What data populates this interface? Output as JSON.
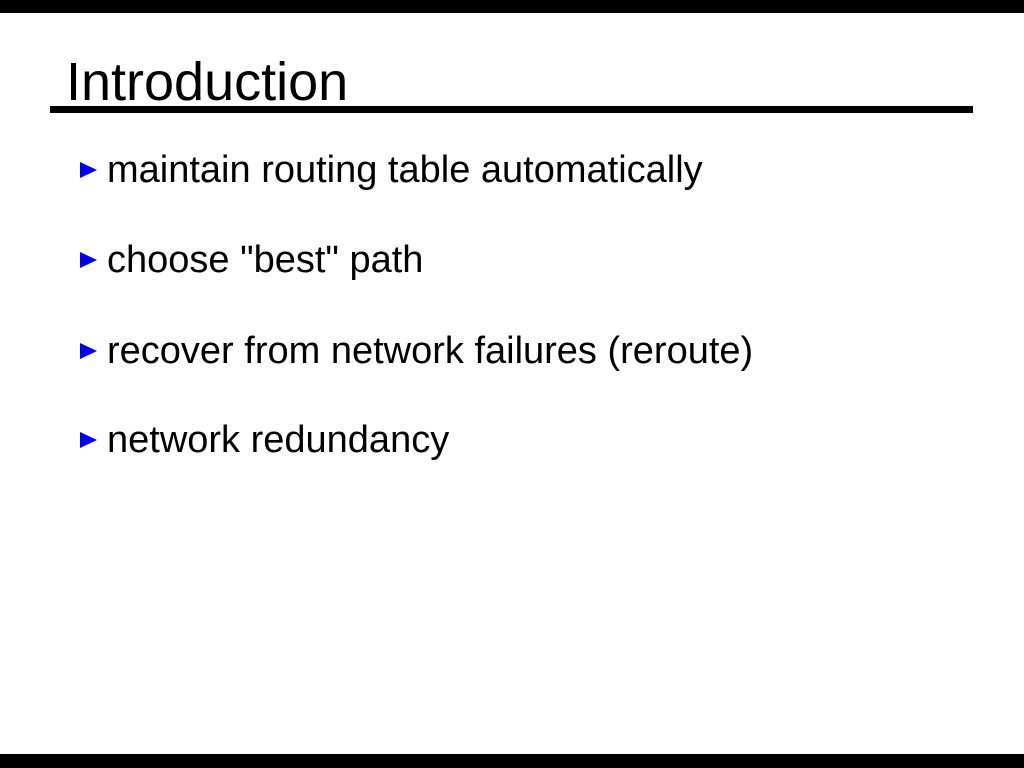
{
  "slide": {
    "title": "Introduction",
    "bullets": [
      "maintain routing table automatically",
      "choose \"best\" path",
      "recover from network failures (reroute)",
      "network redundancy"
    ],
    "colors": {
      "background": "#ffffff",
      "text": "#000000",
      "title_rule": "#000000",
      "bullet_marker_blue": "#0000f0",
      "letterbox_bars": "#000000"
    },
    "marker_glyph": "right-pointing-triangle"
  }
}
